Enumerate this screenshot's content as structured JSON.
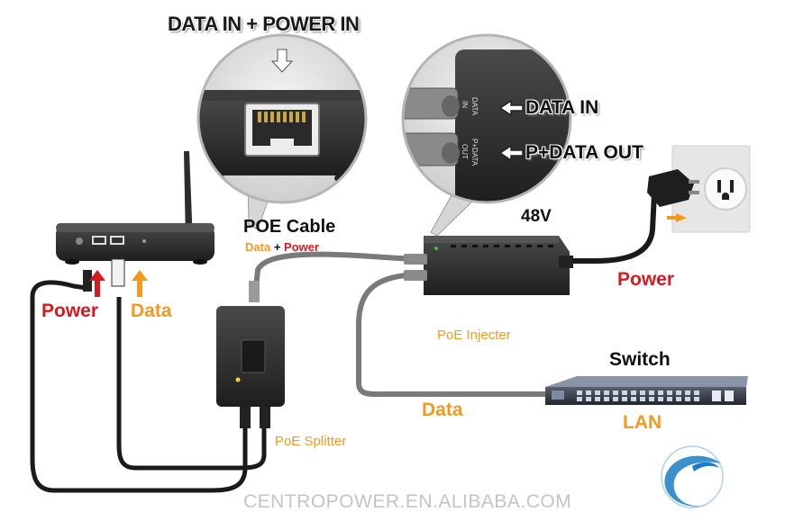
{
  "labels": {
    "top_title": "DATA IN + POWER IN",
    "port_caption": "Data In + Power In",
    "data_in_callout": "DATA IN",
    "pdata_out_callout": "P+DATA OUT",
    "port_data": "DATA",
    "port_in": "IN",
    "port_pdata": "P+DATA",
    "port_out": "OUT",
    "poe_cable": "POE Cable",
    "cable_data": "Data",
    "cable_plus": "+",
    "cable_power": "Power",
    "voltage": "48V",
    "power_right": "Power",
    "power_left": "Power",
    "data_left": "Data",
    "poe_injecter": "PoE Injecter",
    "switch": "Switch",
    "data_bottom": "Data",
    "lan": "LAN",
    "poe_splitter": "PoE Splitter",
    "watermark": "CENTROPOWER.EN.ALIBABA.COM"
  },
  "colors": {
    "orange": "#f39a1e",
    "red": "#d71920",
    "cable_gray": "#7a7a7a",
    "cable_black": "#1a1a1a",
    "device_dark": "#2e2e2e",
    "logo_blue": "#1a7cc2"
  },
  "icons": [
    "router-icon",
    "poe-splitter-icon",
    "poe-injector-icon",
    "network-switch-icon",
    "wall-outlet-icon",
    "rj45-port-icon",
    "centropower-logo-icon"
  ]
}
